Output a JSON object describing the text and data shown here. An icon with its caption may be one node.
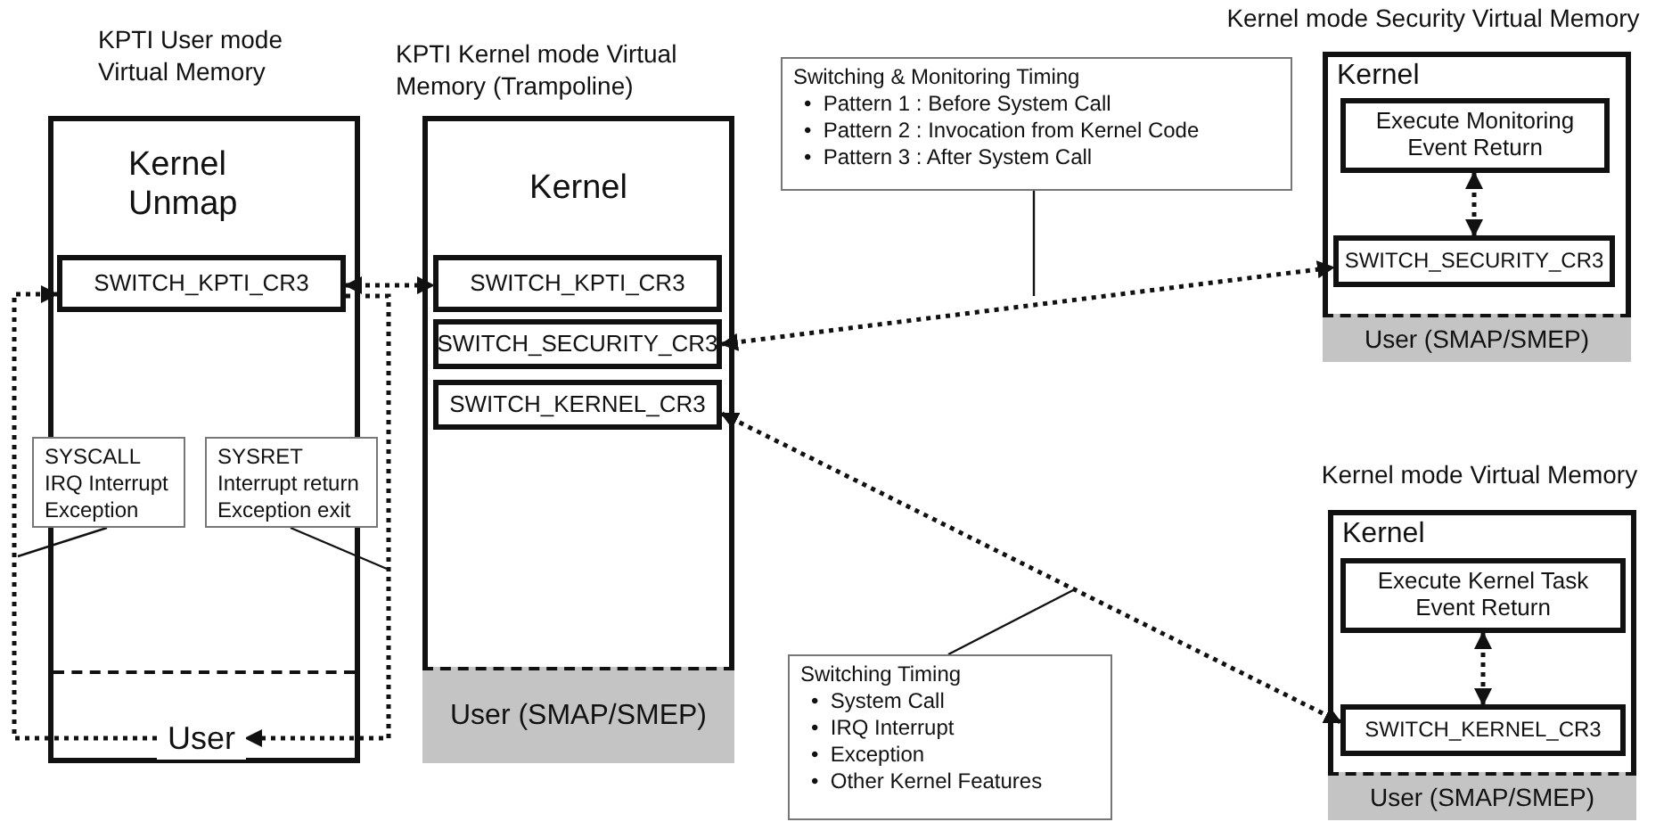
{
  "diagram": {
    "nodes": [
      {
        "text": [
          "KPTI User mode Virtual Memory",
          "Kernel Unmap"
        ]
      },
      {
        "text": [
          "SWITCH_KPTI_CR3"
        ],
        "in": 0
      },
      {
        "text": [
          "SYSCALL IRQ Interrupt Exception"
        ]
      },
      {
        "text": [
          "SYSRET Interrupt return Exception exit"
        ]
      },
      {
        "text": [
          "User"
        ],
        "in": 0
      },
      {
        "text": [
          "KPTI Kernel mode Virtual Memory (Trampoline)",
          "Kernel"
        ]
      },
      {
        "text": [
          "SWITCH_KPTI_CR3"
        ],
        "in": 5
      },
      {
        "text": [
          "SWITCH_SECURITY_CR3"
        ],
        "in": 5
      },
      {
        "text": [
          "SWITCH_KERNEL_CR3"
        ],
        "in": 5
      },
      {
        "text": [
          "User (SMAP/SMEP)"
        ],
        "in": 5
      },
      {
        "text": [
          "Switching & Monitoring Timing",
          "•  Pattern 1 : Before System Call",
          "•  Pattern 2 : Invocation from Kernel Code",
          "•  Pattern 3 : After System Call"
        ]
      },
      {
        "text": [
          "Kernel mode Security Virtual Memory",
          "Kernel"
        ]
      },
      {
        "text": [
          "Execute Monitoring Event Return"
        ],
        "in": 11
      },
      {
        "text": [
          "SWITCH_SECURITY_CR3"
        ],
        "in": 11
      },
      {
        "text": [
          "User (SMAP/SMEP)"
        ],
        "in": 11
      },
      {
        "text": [
          "Switching Timing",
          "•  System Call",
          "•  IRQ Interrupt",
          "•  Exception",
          "•  Other Kernel Features"
        ]
      },
      {
        "text": [
          "Kernel mode Virtual Memory",
          "Kernel"
        ]
      },
      {
        "text": [
          "Execute Kernel Task Event Return"
        ],
        "in": 16
      },
      {
        "text": [
          "SWITCH_KERNEL_CR3"
        ],
        "in": 16
      },
      {
        "text": [
          "User (SMAP/SMEP)"
        ],
        "in": 16
      }
    ],
    "edges": [
      {
        "from": 1,
        "to": 6,
        "arrow": "both",
        "style": "dashed"
      },
      {
        "from": 1,
        "to": 4,
        "arrow": "to",
        "style": "dashed"
      },
      {
        "from": 4,
        "to": 1,
        "arrow": "to",
        "style": "dashed"
      },
      {
        "from": 2,
        "to": null,
        "arrow": "none"
      },
      {
        "from": 3,
        "to": null,
        "arrow": "none"
      },
      {
        "from": 7,
        "to": 13,
        "arrow": "both",
        "style": "dashed"
      },
      {
        "from": 10,
        "to": null,
        "arrow": "none"
      },
      {
        "from": 12,
        "to": 13,
        "arrow": "both",
        "style": "dashed"
      },
      {
        "from": 8,
        "to": 18,
        "arrow": "both",
        "style": "dashed"
      },
      {
        "from": 15,
        "to": null,
        "arrow": "none"
      },
      {
        "from": 17,
        "to": 18,
        "arrow": "both",
        "style": "dashed"
      }
    ]
  }
}
